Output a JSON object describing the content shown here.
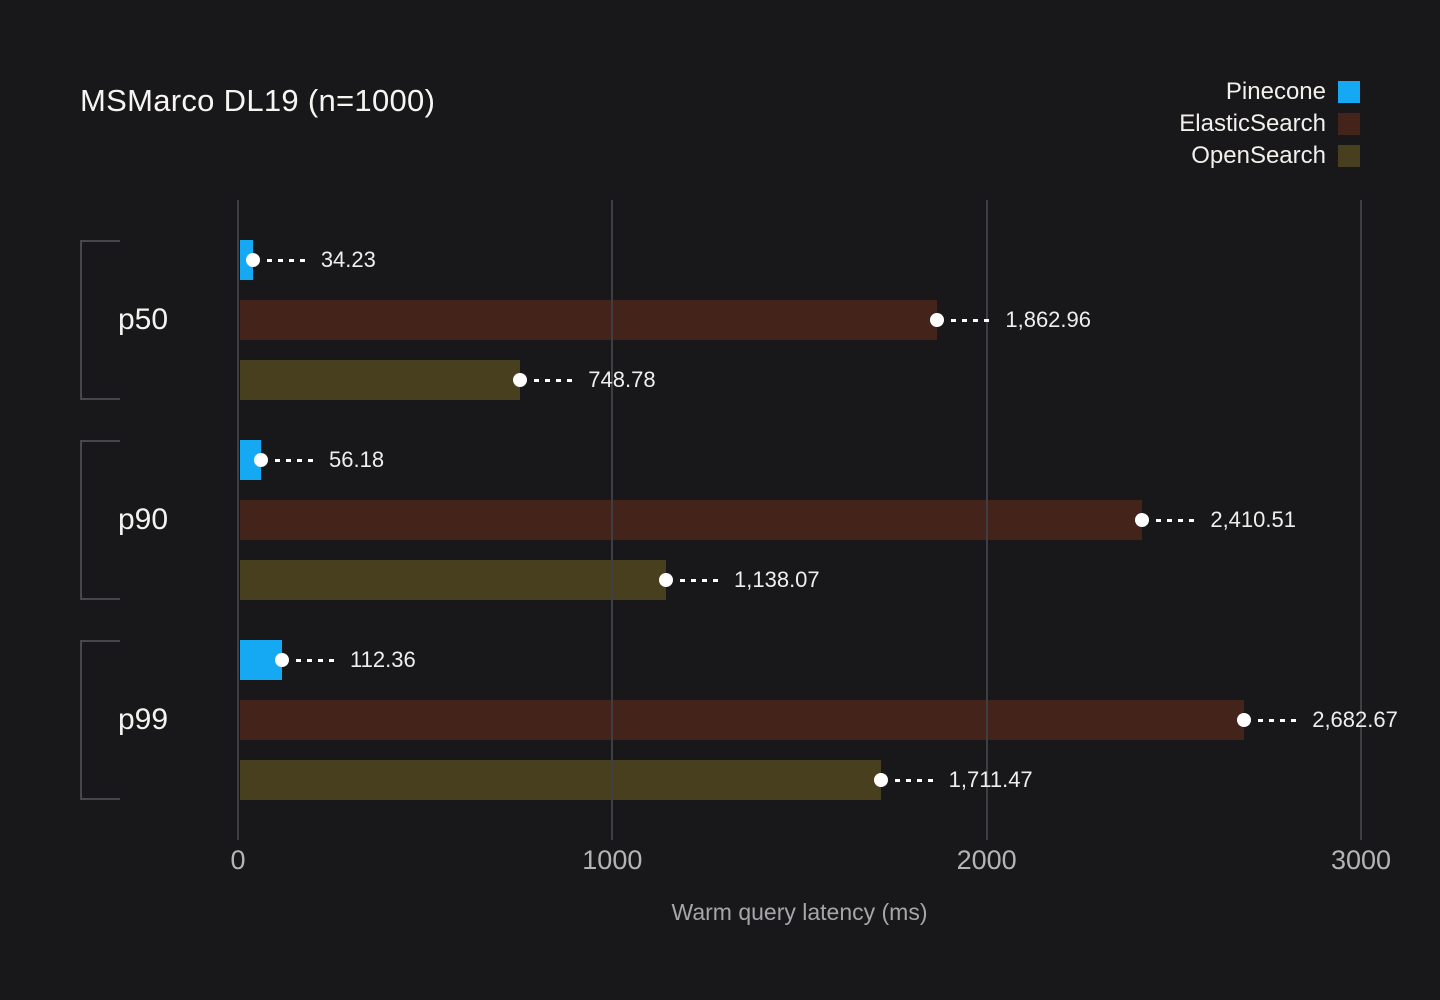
{
  "chart_data": {
    "type": "bar",
    "orientation": "horizontal",
    "title": "MSMarco DL19 (n=1000)",
    "xlabel": "Warm query latency (ms)",
    "categories": [
      "p50",
      "p90",
      "p99"
    ],
    "series": [
      {
        "name": "Pinecone",
        "color": "#16a9f3",
        "values": [
          34.23,
          56.18,
          112.36
        ],
        "labels": [
          "34.23",
          "56.18",
          "112.36"
        ]
      },
      {
        "name": "ElasticSearch",
        "color": "#44231b",
        "values": [
          1862.96,
          2410.51,
          2682.67
        ],
        "labels": [
          "1,862.96",
          "2,410.51",
          "2,682.67"
        ]
      },
      {
        "name": "OpenSearch",
        "color": "#473f1d",
        "values": [
          748.78,
          1138.07,
          1711.47
        ],
        "labels": [
          "748.78",
          "1,138.07",
          "1,711.47"
        ]
      }
    ],
    "xticks": [
      "0",
      "1000",
      "2000",
      "3000"
    ],
    "xtick_values": [
      0,
      1000,
      2000,
      3000
    ],
    "xlim": [
      0,
      3000
    ],
    "legend_position": "top-right",
    "grid": "vertical",
    "annotation_style": "dot-with-dashed-leader"
  },
  "colors": {
    "background": "#18181b",
    "gridline": "#3d3f45",
    "bracket": "#46464c",
    "title_text": "#f7f5f2",
    "tick_text": "#b6b3b6",
    "axis_label_text": "#a8a5a9",
    "value_text": "#f0eeec"
  }
}
